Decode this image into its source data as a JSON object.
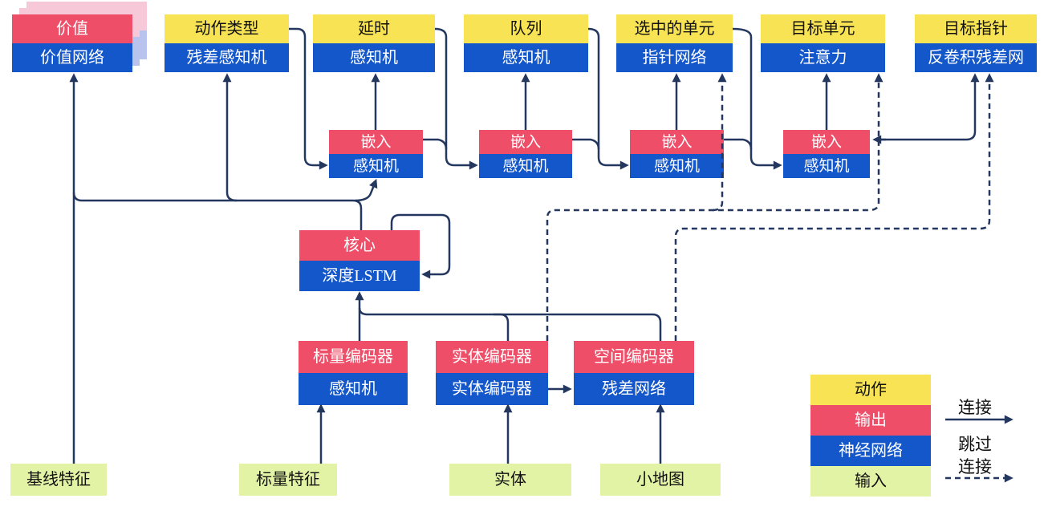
{
  "diagram": {
    "title": "agent-architecture-diagram",
    "nodes": {
      "value": {
        "top": "价值",
        "bottom": "价值网络"
      },
      "action_type": {
        "top": "动作类型",
        "bottom": "残差感知机"
      },
      "delay": {
        "top": "延时",
        "bottom": "感知机"
      },
      "queue": {
        "top": "队列",
        "bottom": "感知机"
      },
      "selected_units": {
        "top": "选中的单元",
        "bottom": "指针网络"
      },
      "target_unit": {
        "top": "目标单元",
        "bottom": "注意力"
      },
      "target_point": {
        "top": "目标指针",
        "bottom": "反卷积残差网"
      },
      "embed1": {
        "top": "嵌入",
        "bottom": "感知机"
      },
      "embed2": {
        "top": "嵌入",
        "bottom": "感知机"
      },
      "embed3": {
        "top": "嵌入",
        "bottom": "感知机"
      },
      "embed4": {
        "top": "嵌入",
        "bottom": "感知机"
      },
      "core": {
        "top": "核心",
        "bottom": "深度LSTM"
      },
      "scalar_encoder": {
        "top": "标量编码器",
        "bottom": "感知机"
      },
      "entity_encoder": {
        "top": "实体编码器",
        "bottom": "实体编码器"
      },
      "spatial_encoder": {
        "top": "空间编码器",
        "bottom": "残差网络"
      },
      "baseline_features": {
        "label": "基线特征"
      },
      "scalar_features": {
        "label": "标量特征"
      },
      "entities": {
        "label": "实体"
      },
      "minimap": {
        "label": "小地图"
      }
    },
    "legend": {
      "items": [
        {
          "label": "动作",
          "color": "#f8e354",
          "text_color": "#111111"
        },
        {
          "label": "输出",
          "color": "#ef4e69",
          "text_color": "#ffffff"
        },
        {
          "label": "神经网络",
          "color": "#1457cb",
          "text_color": "#ffffff"
        },
        {
          "label": "输入",
          "color": "#e3f3a6",
          "text_color": "#111111"
        }
      ],
      "solid_arrow_label": "连接",
      "dashed_arrow_label_line1": "跳过",
      "dashed_arrow_label_line2": "连接"
    },
    "colors": {
      "action_yellow": "#f8e354",
      "output_pink": "#ef4e69",
      "network_blue": "#1457cb",
      "input_green": "#e3f3a6",
      "wire_navy": "#24375f",
      "value_shadow_pink": "#f7c9d8",
      "value_shadow_blue": "#b9c4ee"
    }
  }
}
